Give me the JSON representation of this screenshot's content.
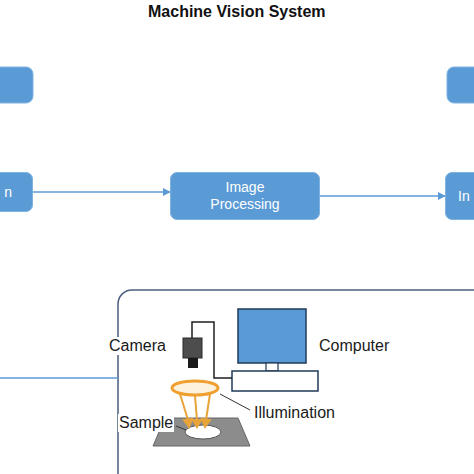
{
  "diagram": {
    "title": "Machine Vision System",
    "nodes": [
      {
        "text": [
          "n"
        ]
      },
      {
        "text": [
          "Image Processing"
        ]
      },
      {
        "text": [
          "In"
        ]
      }
    ],
    "edges": [
      {
        "from": 0,
        "to": 1,
        "arrow": "to"
      },
      {
        "from": 1,
        "to": 2,
        "arrow": "to"
      }
    ],
    "labels": [
      "Camera",
      "Computer",
      "Illumination",
      "Sample"
    ]
  }
}
